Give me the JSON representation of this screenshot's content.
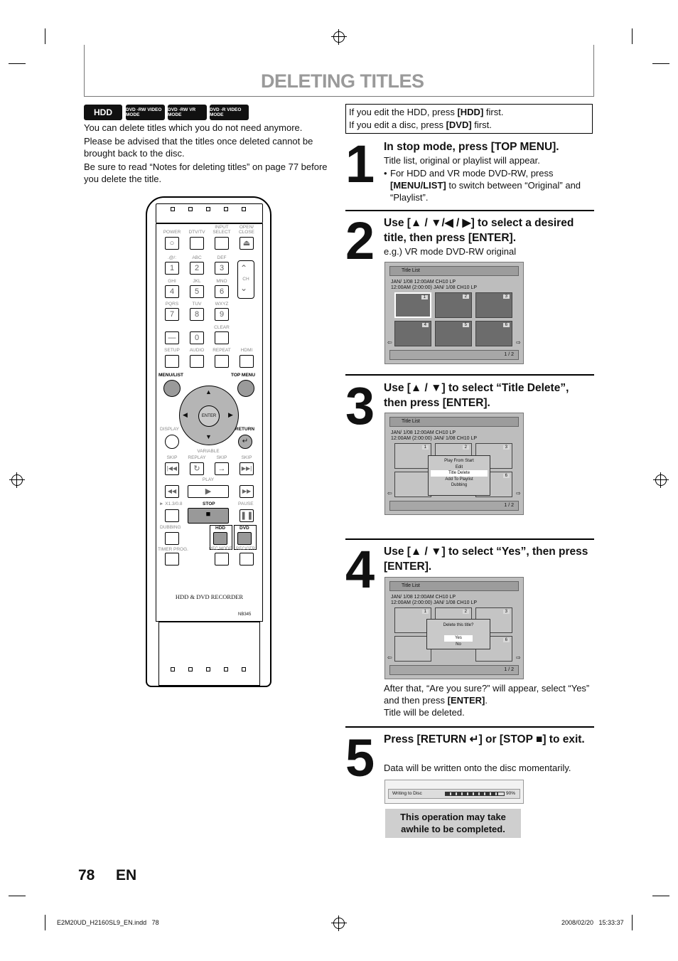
{
  "page": {
    "title": "DELETING TITLES",
    "page_number": "78",
    "lang": "EN",
    "footer_left": "E2M20UD_H2160SL9_EN.indd   78",
    "footer_right": "2008/02/20   15:33:37"
  },
  "badges": [
    "HDD",
    "DVD -RW VIDEO MODE",
    "DVD -RW VR MODE",
    "DVD -R VIDEO MODE"
  ],
  "intro": [
    "You can delete titles which you do not need anymore.",
    "Please be advised that the titles once deleted cannot be brought back to the disc.",
    "Be sure to read “Notes for deleting titles” on page 77 before you delete the title."
  ],
  "note": {
    "line1_pre": "If you edit the HDD, press ",
    "line1_key": "[HDD]",
    "line1_post": " first.",
    "line2_pre": "If you edit a disc, press ",
    "line2_key": "[DVD]",
    "line2_post": " first."
  },
  "steps": [
    {
      "num": "1",
      "title": "In stop mode, press [TOP MENU].",
      "text": "Title list, original or playlist will appear.",
      "bullet_pre": "For HDD and VR mode DVD-RW, press ",
      "bullet_key": "[MENU/LIST]",
      "bullet_post": " to switch between “Original” and “Playlist”."
    },
    {
      "num": "2",
      "title": "Use [▲ / ▼/◀ / ▶] to select a desired title, then press [ENTER].",
      "text": "e.g.) VR mode DVD-RW original"
    },
    {
      "num": "3",
      "title": "Use [▲ / ▼] to select “Title Delete”, then press [ENTER]."
    },
    {
      "num": "4",
      "title": "Use [▲ / ▼] to select “Yes”, then press [ENTER].",
      "after_pre": "After that, “Are you sure?” will appear, select “Yes” and then press ",
      "after_key": "[ENTER]",
      "after_post": ".",
      "after_line": "Title will be deleted."
    },
    {
      "num": "5",
      "title": "Press [RETURN ↵] or [STOP ■] to exit.",
      "text": "Data will be written onto the disc momentarily."
    }
  ],
  "screen": {
    "header": "Title List",
    "line1": "JAN/ 1/08 12:00AM  CH10   LP",
    "line2": "12:00AM (2:00:00)     JAN/ 1/08            CH10   LP",
    "thumbs": [
      "1",
      "2",
      "3",
      "4",
      "5",
      "6"
    ],
    "page": "1 / 2",
    "menu": [
      "Play From Start",
      "Edit",
      "Title Delete",
      "Add To Playlist",
      "Dubbing"
    ],
    "confirm_q": "Delete this title?",
    "confirm_yes": "Yes",
    "confirm_no": "No"
  },
  "writing": {
    "label": "Writing to Disc",
    "percent": "90%",
    "progress": 0.9
  },
  "callout": "This operation may take awhile to be completed.",
  "remote": {
    "top_labels": [
      "POWER",
      "DTV/TV",
      "INPUT SELECT",
      "OPEN/ CLOSE"
    ],
    "key_labels": [
      ".@/:",
      "ABC",
      "DEF",
      "GHI",
      "JKL",
      "MNO",
      "PQRS",
      "TUV",
      "WXYZ",
      "CLEAR"
    ],
    "keys": [
      "1",
      "2",
      "3",
      "4",
      "5",
      "6",
      "7",
      "8",
      "9",
      "—",
      "0"
    ],
    "ch": "CH",
    "row_labels": [
      "SETUP",
      "AUDIO",
      "REPEAT",
      "HDMI"
    ],
    "menu_list": "MENU/LIST",
    "top_menu": "TOP MENU",
    "enter": "ENTER",
    "display": "DISPLAY",
    "return": "RETURN",
    "variable": "VARIABLE",
    "skip_labels": [
      "SKIP",
      "REPLAY",
      "SKIP",
      "SKIP"
    ],
    "play": "PLAY",
    "speed": "► X1.3/0.8",
    "stop": "STOP",
    "pause": "PAUSE",
    "dubbing": "DUBBING",
    "hdd": "HDD",
    "dvd": "DVD",
    "timer": "TIMER PROG.",
    "rec_mode": "REC MODE",
    "rec_otr": "REC/OTR",
    "brand": "HDD & DVD RECORDER",
    "model": "NB345"
  }
}
